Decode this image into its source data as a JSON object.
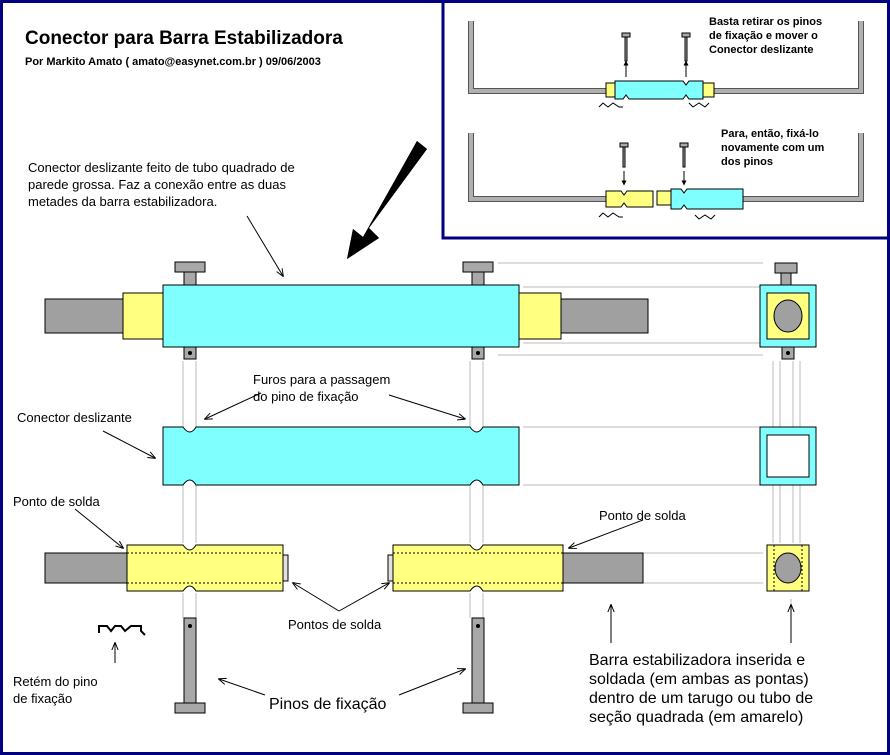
{
  "title": "Conector para Barra Estabilizadora",
  "byline": "Por Markito Amato ( amato@easynet.com.br )   09/06/2003",
  "inset": {
    "step1": [
      "Basta retirar os pinos",
      "de fixação e mover o",
      "Conector deslizante"
    ],
    "step2": [
      "Para, então, fixá-lo",
      "novamente com um",
      "dos pinos"
    ]
  },
  "labels": {
    "sliding_connector_desc": [
      "Conector deslizante feito de tubo quadrado de",
      "parede grossa. Faz a conexão entre as duas",
      "metades da barra estabilizadora."
    ],
    "holes": [
      "Furos para a passagem",
      "do pino de fixação"
    ],
    "sliding_connector": "Conector deslizante",
    "weld_point_left": "Ponto de solda",
    "weld_point_right": "Ponto de solda",
    "weld_points": "Pontos de solda",
    "pin_retainer": [
      "Retém do pino",
      "de fixação"
    ],
    "pins": "Pinos de fixação",
    "bar_note": [
      "Barra estabilizadora inserida e",
      "soldada (em ambas as pontas)",
      "dentro de um tarugo ou tubo de",
      "seção quadrada (em amarelo)"
    ]
  },
  "colors": {
    "border": "#000080",
    "cyan": "#80ffff",
    "yellow": "#ffff80",
    "bar_gray": "#a0a0a0",
    "pin_gray": "#a8a8a8"
  }
}
